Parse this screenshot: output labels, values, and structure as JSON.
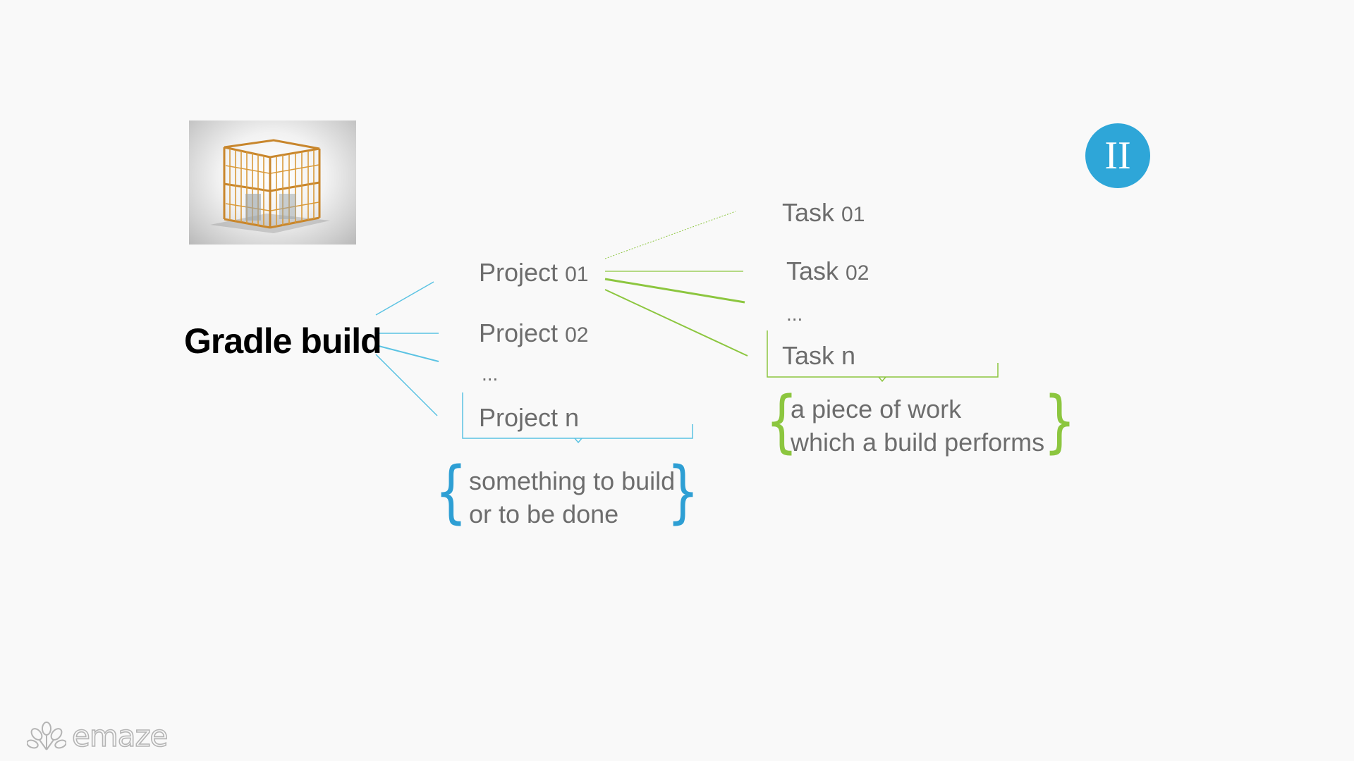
{
  "slide": {
    "root_label": "Gradle build",
    "badge_label": "II",
    "brand": "emaze"
  },
  "projects": {
    "items": [
      {
        "word": "Project",
        "num": "01"
      },
      {
        "word": "Project",
        "num": "02"
      },
      {
        "word": "...",
        "num": ""
      },
      {
        "word": "Project n",
        "num": ""
      }
    ],
    "description": [
      "something to build",
      "or to be done"
    ]
  },
  "tasks": {
    "items": [
      {
        "word": "Task",
        "num": "01"
      },
      {
        "word": "Task",
        "num": "02"
      },
      {
        "word": "...",
        "num": ""
      },
      {
        "word": "Task n",
        "num": ""
      }
    ],
    "description": [
      "a piece of  work",
      "which a build performs"
    ]
  },
  "colors": {
    "project_accent": "#5bc3e3",
    "project_brace": "#2e9fd4",
    "task_accent": "#8cc63f",
    "badge": "#2ea6d8"
  },
  "icons": {
    "photo": "house-frame-image",
    "logo": "emaze-peacock-icon"
  }
}
